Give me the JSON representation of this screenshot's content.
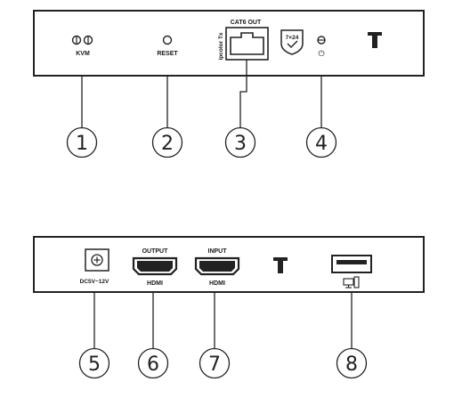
{
  "top_panel": {
    "kvm_label": "KVM",
    "reset_label": "RESET",
    "cat6_label": "CAT6 OUT",
    "side_label": "ipcolor Tx",
    "badge_text": "7×24",
    "power_glyph": "⏻"
  },
  "bottom_panel": {
    "dc_label": "DC5V~12V",
    "output_label": "OUTPUT",
    "output_hdmi": "HDMI",
    "input_label": "INPUT",
    "input_hdmi": "HDMI"
  },
  "callouts": [
    "1",
    "2",
    "3",
    "4",
    "5",
    "6",
    "7",
    "8"
  ],
  "icons": [
    "led-indicator-icon",
    "reset-button-icon",
    "rj45-port-icon",
    "24-7-shield-icon",
    "power-icon",
    "logo-t-icon",
    "dc-jack-icon",
    "hdmi-port-icon",
    "usb-port-icon",
    "computer-icon"
  ]
}
